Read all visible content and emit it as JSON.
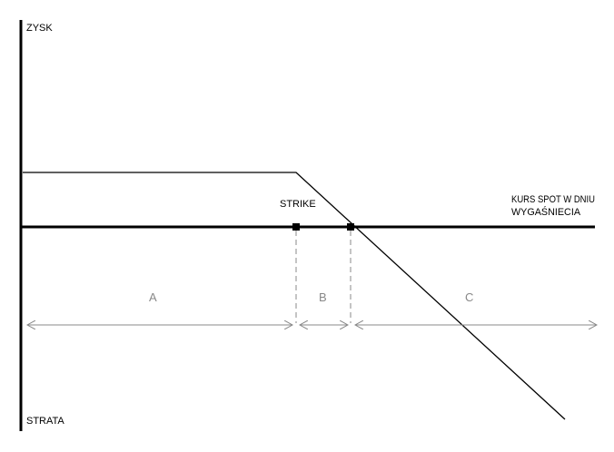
{
  "axes": {
    "y_top_label": "ZYSK",
    "y_bottom_label": "STRATA",
    "x_label_line1": "KURS SPOT W DNIU",
    "x_label_line2": "WYGAŚNIECIA"
  },
  "strike_label": "STRIKE",
  "regions": [
    "A",
    "B",
    "C"
  ],
  "colors": {
    "line": "#000000",
    "guide": "#888888"
  }
}
